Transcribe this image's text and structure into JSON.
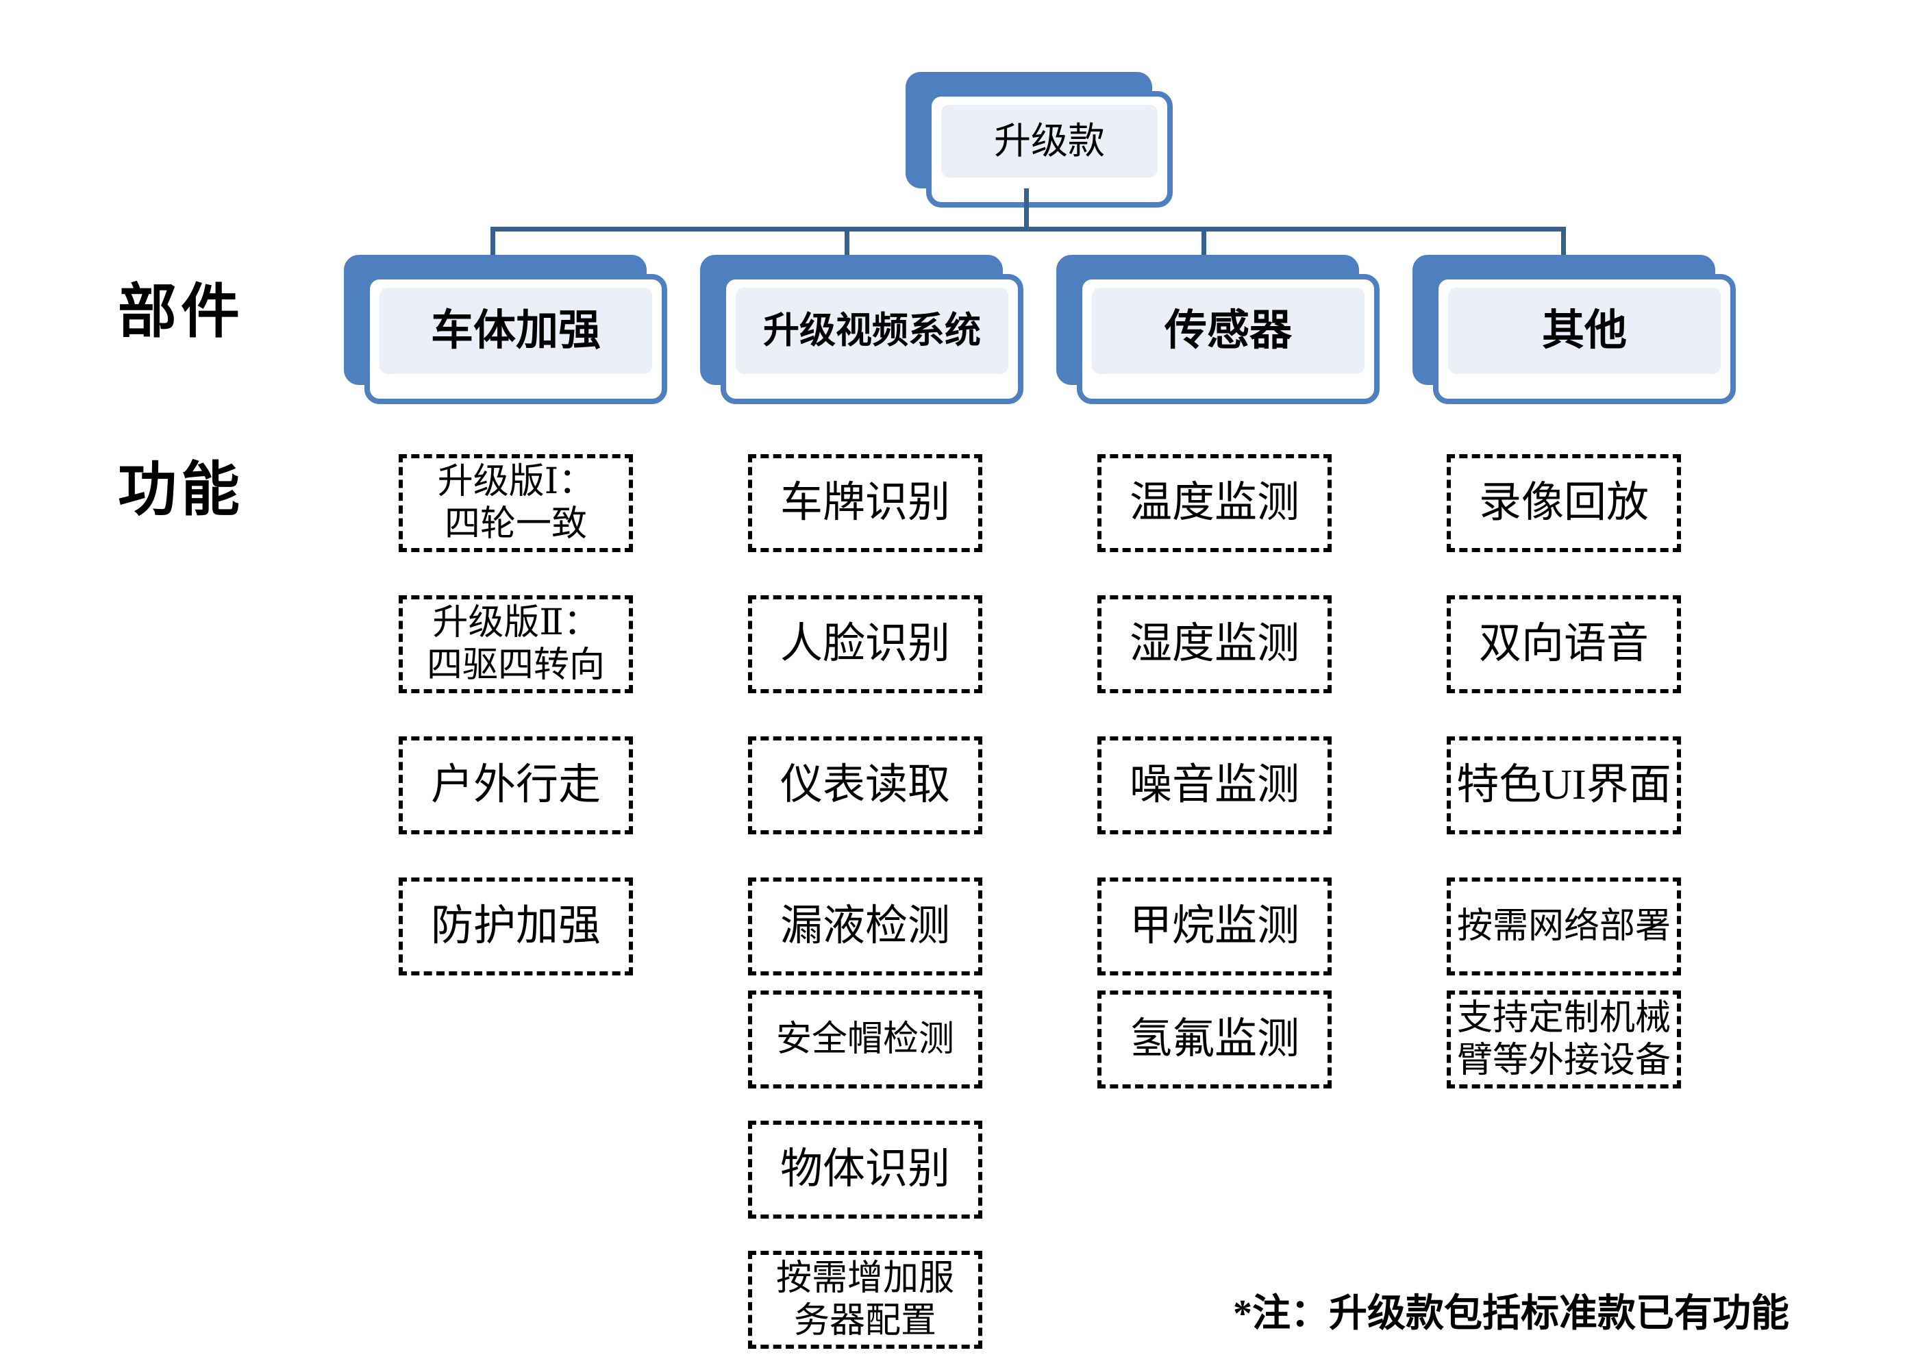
{
  "row_labels": {
    "components": "部件",
    "functions": "功能"
  },
  "root": {
    "label": "升级款"
  },
  "components": [
    {
      "label": "车体加强"
    },
    {
      "label": "升级视频系统"
    },
    {
      "label": "传感器"
    },
    {
      "label": "其他"
    }
  ],
  "functions": {
    "columns": [
      {
        "component": "车体加强",
        "items": [
          "升级版Ⅰ：\n四轮一致",
          "升级版Ⅱ：\n四驱四转向",
          "户外行走",
          "防护加强"
        ]
      },
      {
        "component": "升级视频系统",
        "items": [
          "车牌识别",
          "人脸识别",
          "仪表读取",
          "漏液检测",
          "安全帽检测",
          "物体识别",
          "按需增加服\n务器配置"
        ]
      },
      {
        "component": "传感器",
        "items": [
          "温度监测",
          "湿度监测",
          "噪音监测",
          "甲烷监测",
          "氢氟监测"
        ]
      },
      {
        "component": "其他",
        "items": [
          "录像回放",
          "双向语音",
          "特色UI界面",
          "按需网络部署",
          "支持定制机械\n臂等外接设备"
        ]
      }
    ]
  },
  "footnote": {
    "text": "*注：升级款包括标准款已有功能"
  },
  "colors": {
    "card_blue": "#4e80bf",
    "card_panel": "#eaeff8",
    "connector": "#35618e",
    "text": "#000000",
    "background": "#ffffff"
  }
}
